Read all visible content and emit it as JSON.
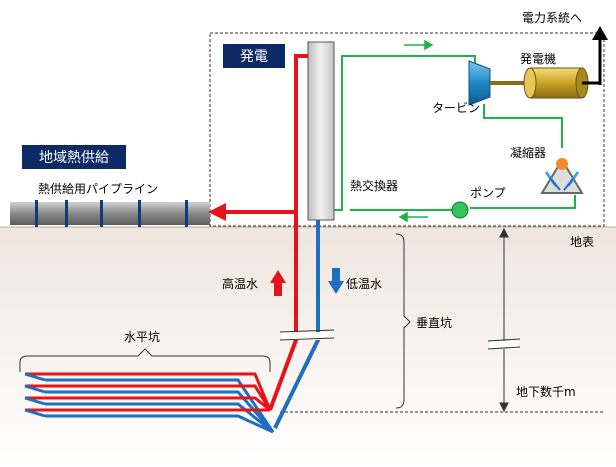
{
  "labels": {
    "power_generation": "発電",
    "district_heating": "地域熱供給",
    "heat_supply_pipeline": "熱供給用パイプライン",
    "to_power_grid": "電力系統へ",
    "generator": "発電機",
    "turbine": "タービン",
    "condenser": "凝縮器",
    "heat_exchanger": "熱交換器",
    "pump": "ポンプ",
    "ground_surface": "地表",
    "hot_water": "高温水",
    "cold_water": "低温水",
    "vertical_shaft": "垂直坑",
    "horizontal_shaft": "水平坑",
    "depth": "地下数千m"
  },
  "colors": {
    "hot_water": "#e8121b",
    "cold_water": "#1f6fc0",
    "working_fluid": "#1fb24a",
    "label_box": "#0d2a66",
    "pipeline": "#8c8c8c",
    "pipeline_joint": "#123b7a",
    "generator": "#c9a227",
    "turbine": "#1e88c8",
    "pump": "#33c45a",
    "heat_exchanger": "#d9d9d9",
    "ground_top": "#efe6de",
    "ground_bottom": "#ffffff"
  }
}
